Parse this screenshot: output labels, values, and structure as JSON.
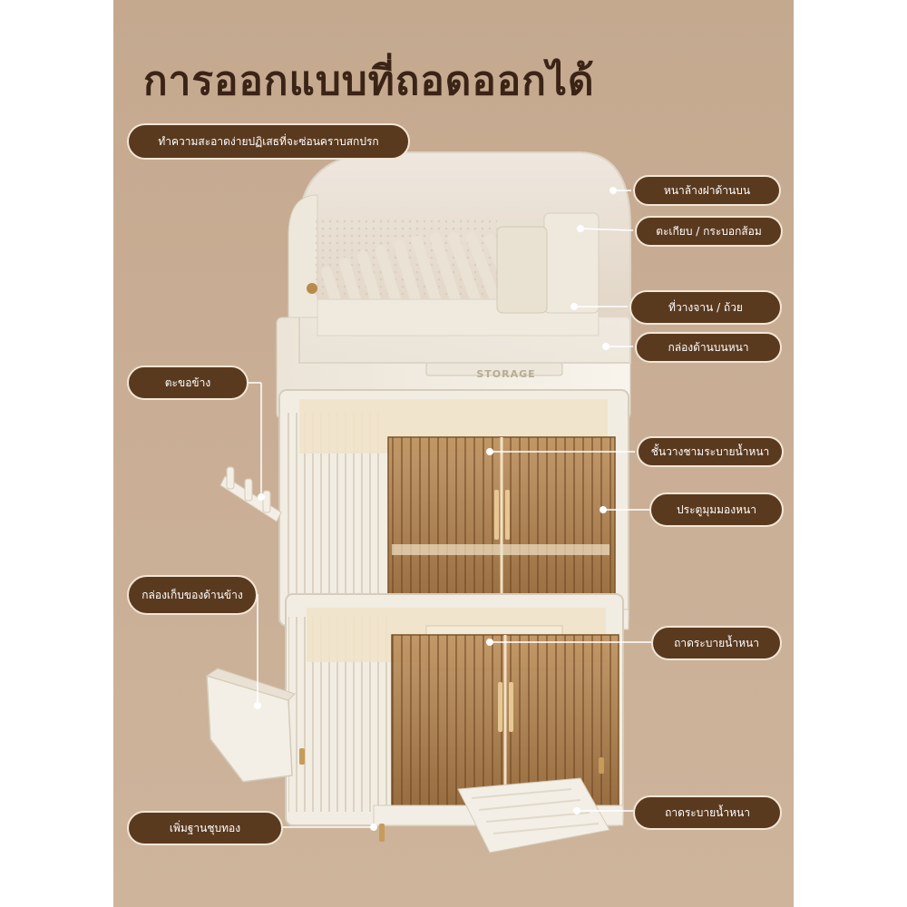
{
  "title": "การออกแบบที่ถอดออกได้",
  "top_banner": "ทำความสะอาดง่ายปฏิเสธที่จะซ่อนคราบสกปรก",
  "labels": {
    "cover": "หนาล้างฝาด้านบน",
    "chopstick": "ตะเกียบ / กระบอกส้อม",
    "dish_rack": "ที่วางจาน / ถ้วย",
    "top_box": "กล่องด้านบนหนา",
    "side_hook": "ตะขอข้าง",
    "bowl_shelf": "ชั้นวางชามระบายน้ำหนา",
    "door": "ประตูมุมมองหนา",
    "side_box": "กล่องเก็บของด้านข้าง",
    "drain_tray": "ถาดระบายน้ำหนา",
    "bottom_tray": "ถาดระบายน้ำหนา",
    "base": "เพิ่มฐานชุบทอง"
  },
  "product_text": "STORAGE",
  "colors": {
    "background": "#c7ac93",
    "title": "#3b2416",
    "pill": "#5a3a1f",
    "pill_border": "#f3e6d6",
    "amber": "#a0703a",
    "cream": "#f1ebe0"
  }
}
